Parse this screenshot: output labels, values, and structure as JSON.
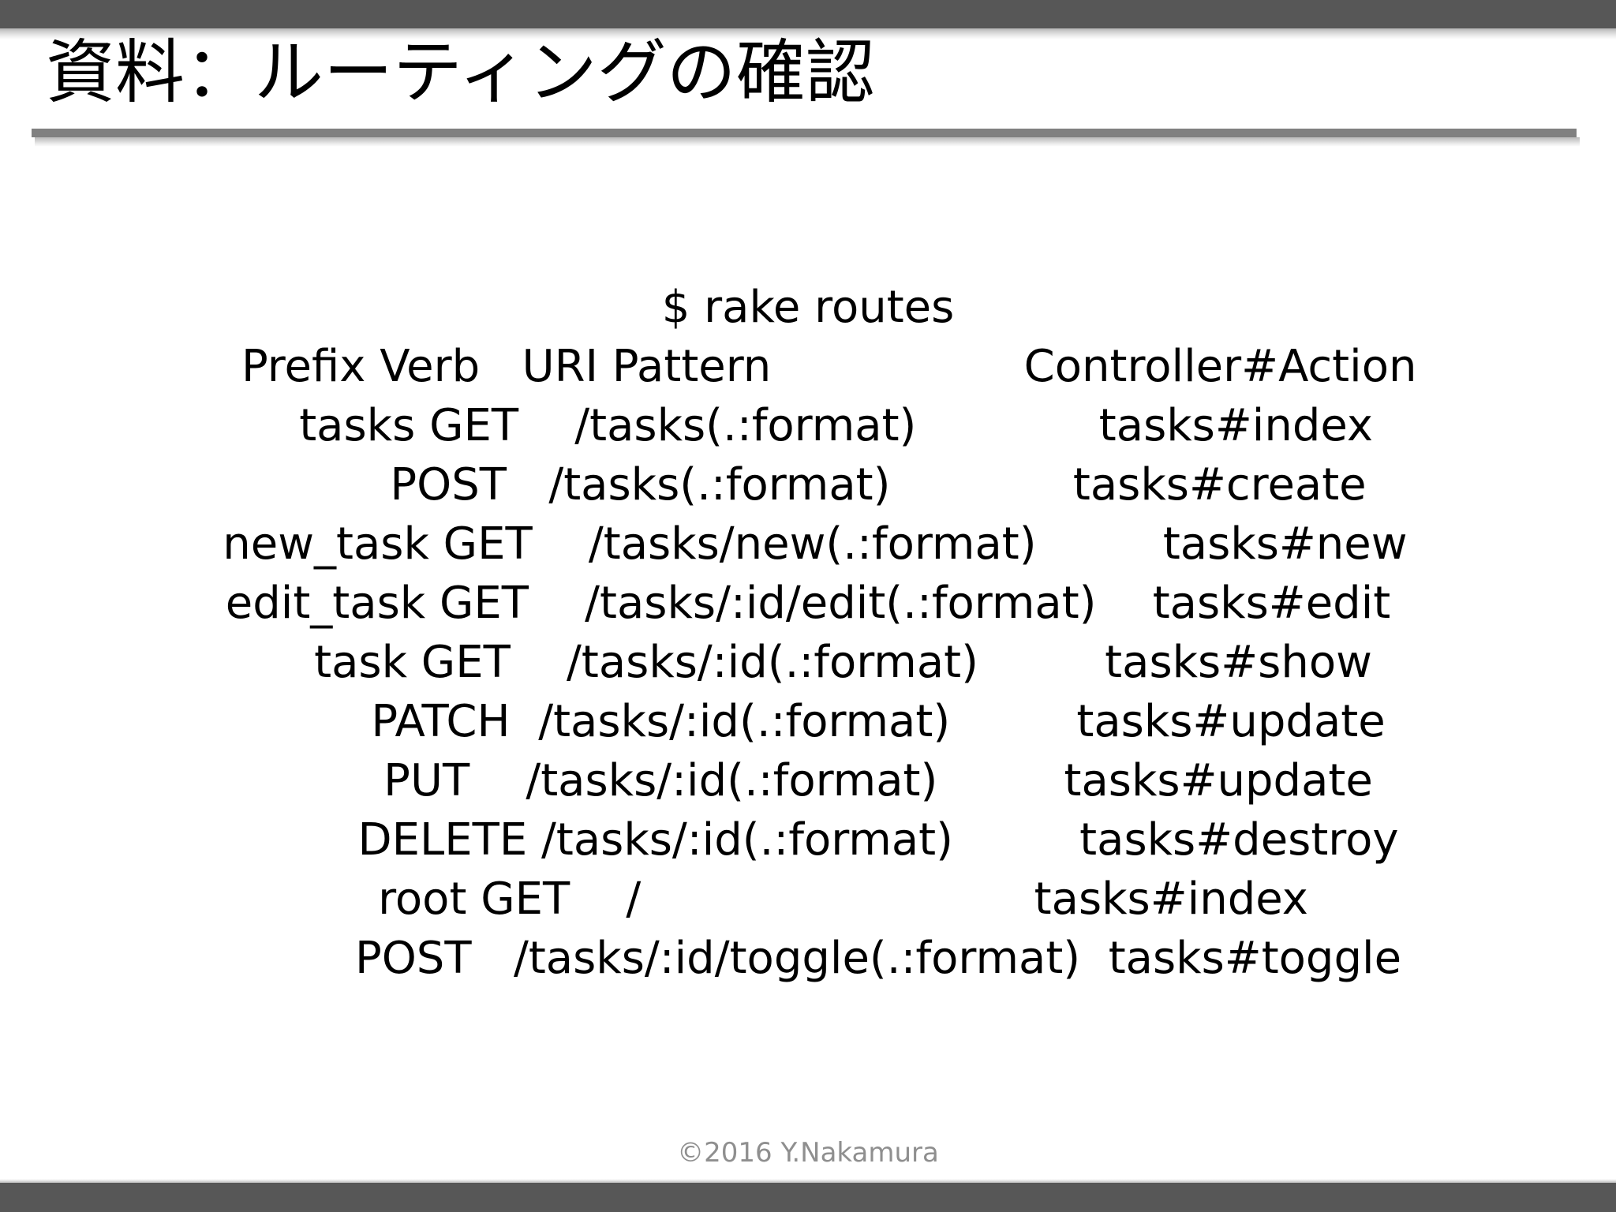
{
  "slide": {
    "title": "資料：ルーティングの確認",
    "copyright": "©2016 Y.Nakamura",
    "colors": {
      "band": "#575757",
      "rule": "#808080",
      "text": "#000000",
      "copyright": "#8f8f8f",
      "background": "#ffffff"
    }
  },
  "console": {
    "command": "$ rake routes",
    "columns": [
      "Prefix",
      "Verb",
      "URI Pattern",
      "Controller#Action"
    ],
    "lines": [
      "$ rake routes",
      "   Prefix Verb   URI Pattern                  Controller#Action",
      "    tasks GET    /tasks(.:format)             tasks#index",
      "          POST   /tasks(.:format)             tasks#create",
      " new_task GET    /tasks/new(.:format)         tasks#new",
      "edit_task GET    /tasks/:id/edit(.:format)    tasks#edit",
      "     task GET    /tasks/:id(.:format)         tasks#show",
      "          PATCH  /tasks/:id(.:format)         tasks#update",
      "          PUT    /tasks/:id(.:format)         tasks#update",
      "          DELETE /tasks/:id(.:format)         tasks#destroy",
      "     root GET    /                            tasks#index",
      "          POST   /tasks/:id/toggle(.:format)  tasks#toggle"
    ],
    "routes": [
      {
        "prefix": "tasks",
        "verb": "GET",
        "uri": "/tasks(.:format)",
        "action": "tasks#index"
      },
      {
        "prefix": "",
        "verb": "POST",
        "uri": "/tasks(.:format)",
        "action": "tasks#create"
      },
      {
        "prefix": "new_task",
        "verb": "GET",
        "uri": "/tasks/new(.:format)",
        "action": "tasks#new"
      },
      {
        "prefix": "edit_task",
        "verb": "GET",
        "uri": "/tasks/:id/edit(.:format)",
        "action": "tasks#edit"
      },
      {
        "prefix": "task",
        "verb": "GET",
        "uri": "/tasks/:id(.:format)",
        "action": "tasks#show"
      },
      {
        "prefix": "",
        "verb": "PATCH",
        "uri": "/tasks/:id(.:format)",
        "action": "tasks#update"
      },
      {
        "prefix": "",
        "verb": "PUT",
        "uri": "/tasks/:id(.:format)",
        "action": "tasks#update"
      },
      {
        "prefix": "",
        "verb": "DELETE",
        "uri": "/tasks/:id(.:format)",
        "action": "tasks#destroy"
      },
      {
        "prefix": "root",
        "verb": "GET",
        "uri": "/",
        "action": "tasks#index"
      },
      {
        "prefix": "",
        "verb": "POST",
        "uri": "/tasks/:id/toggle(.:format)",
        "action": "tasks#toggle"
      }
    ]
  }
}
